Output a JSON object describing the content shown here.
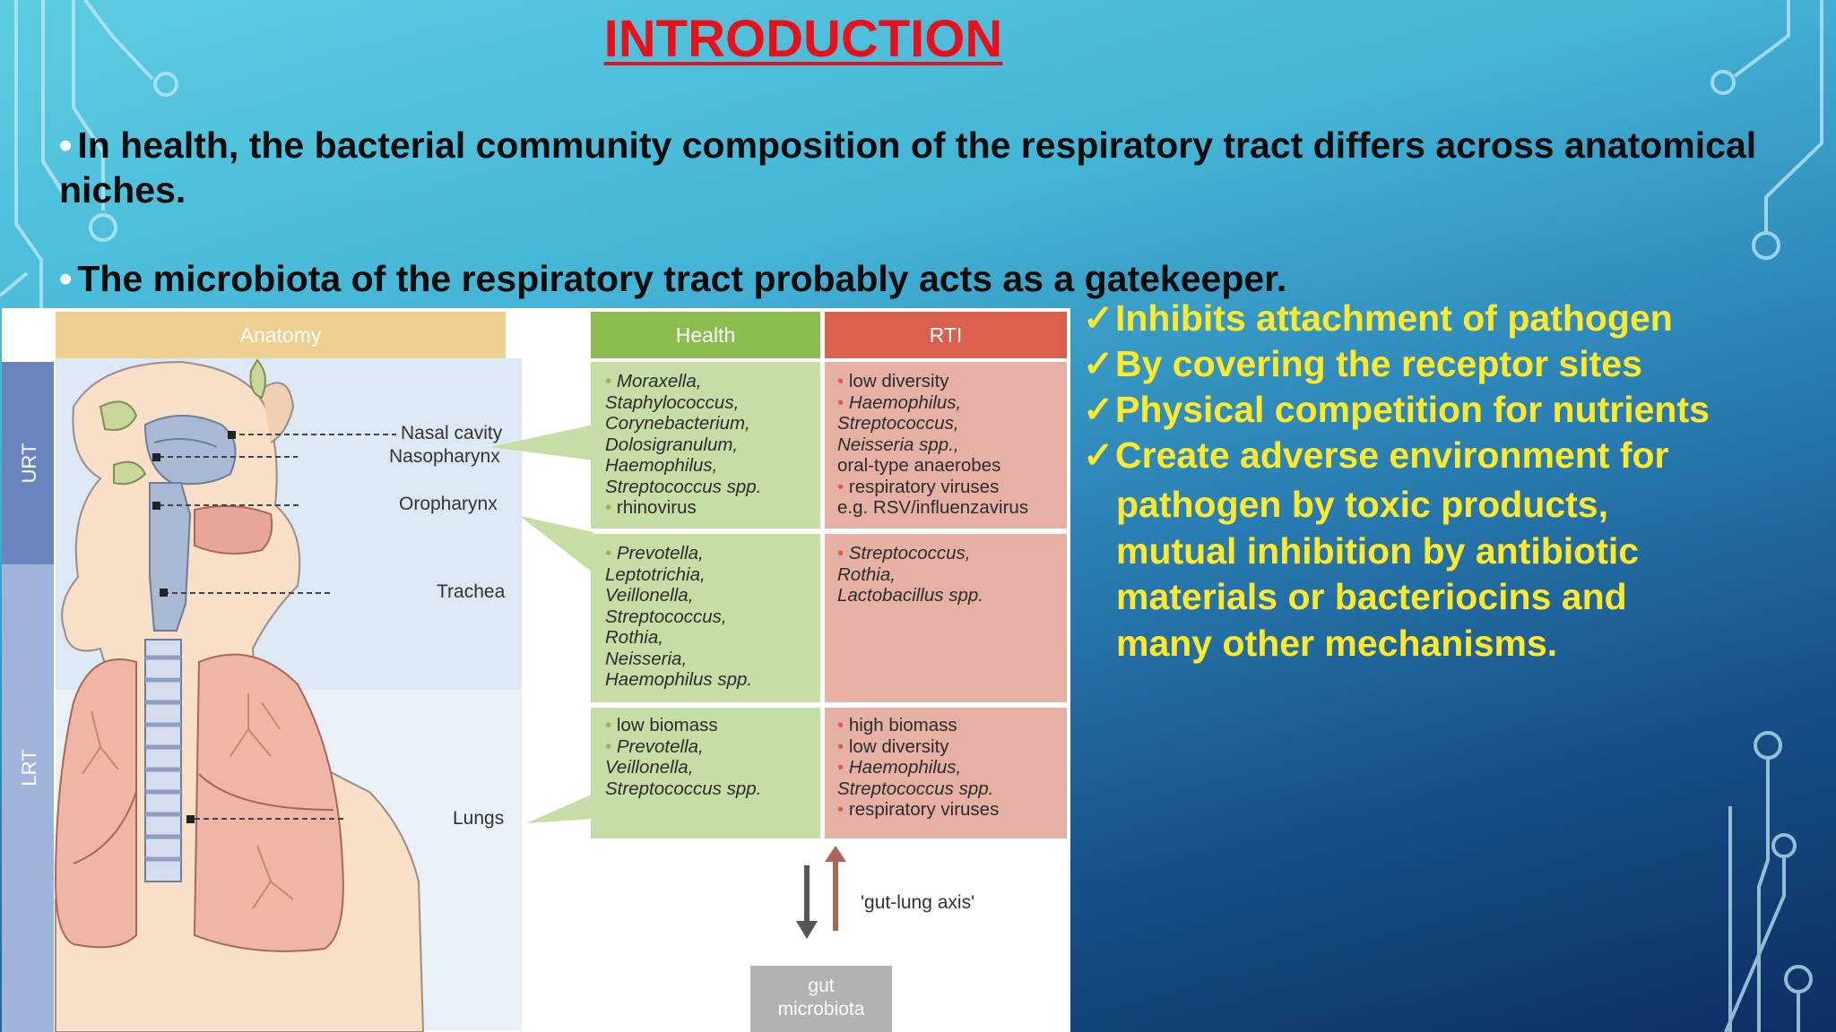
{
  "slide": {
    "title": "INTRODUCTION",
    "bullets": [
      {
        "marker": "•",
        "text": "In health, the bacterial community composition of the respiratory tract differs across anatomical niches."
      },
      {
        "marker": "•",
        "text": "The microbiota of the respiratory tract probably acts as a gatekeeper."
      }
    ],
    "mechanisms": [
      {
        "check": "✓",
        "text": "Inhibits attachment of pathogen"
      },
      {
        "check": "✓",
        "text": "By covering the receptor sites"
      },
      {
        "check": "✓",
        "text": "Physical competition for nutrients"
      },
      {
        "check": "✓",
        "text": "Create adverse environment for"
      }
    ],
    "mechanism_continuation": [
      "pathogen by toxic products,",
      "mutual inhibition by  antibiotic",
      "materials or bacteriocins and",
      "many other mechanisms."
    ]
  },
  "figure": {
    "headers": {
      "anatomy": "Anatomy",
      "health": "Health",
      "rti": "RTI"
    },
    "regions": {
      "urt": "URT",
      "lrt": "LRT"
    },
    "labels": {
      "nasal_cavity": "Nasal cavity",
      "nasopharynx": "Nasopharynx",
      "oropharynx": "Oropharynx",
      "trachea": "Trachea",
      "lungs": "Lungs"
    },
    "rows": [
      {
        "health": [
          "Moraxella,",
          "Staphylococcus,",
          "Corynebacterium,",
          "Dolosigranulum,",
          "Haemophilus,",
          "Streptococcus spp.",
          "rhinovirus"
        ],
        "health_bullets": [
          0,
          6
        ],
        "rti": [
          "low diversity",
          "Haemophilus,",
          "Streptococcus,",
          "Neisseria spp.,",
          "oral-type anaerobes",
          "respiratory viruses",
          "e.g. RSV/influenzavirus"
        ],
        "rti_bullets": [
          0,
          1,
          5
        ]
      },
      {
        "health": [
          "Prevotella,",
          "Leptotrichia,",
          "Veillonella,",
          "Streptococcus,",
          "Rothia,",
          "Neisseria,",
          "Haemophilus spp."
        ],
        "health_bullets": [
          0
        ],
        "rti": [
          "Streptococcus,",
          "Rothia,",
          "Lactobacillus spp."
        ],
        "rti_bullets": [
          0
        ]
      },
      {
        "health": [
          "low biomass",
          "Prevotella,",
          "Veillonella,",
          "Streptococcus spp."
        ],
        "health_bullets": [
          0,
          1
        ],
        "rti": [
          "high biomass",
          "low diversity",
          "Haemophilus,",
          "Streptococcus spp.",
          "respiratory viruses"
        ],
        "rti_bullets": [
          0,
          1,
          2,
          4
        ]
      }
    ],
    "axis_label": "'gut-lung axis'",
    "gut_box": [
      "gut",
      "microbiota"
    ]
  },
  "colors": {
    "title": "#e8101a",
    "mechanisms": "#ffe92a",
    "anatomy_header": "#efcf90",
    "health_header": "#8cbd50",
    "rti_header": "#d9604c",
    "health_cell": "#c6dea5",
    "rti_cell": "#e7b0a4",
    "urt_band": "#6a84c0",
    "lrt_band": "#9fb3db"
  }
}
